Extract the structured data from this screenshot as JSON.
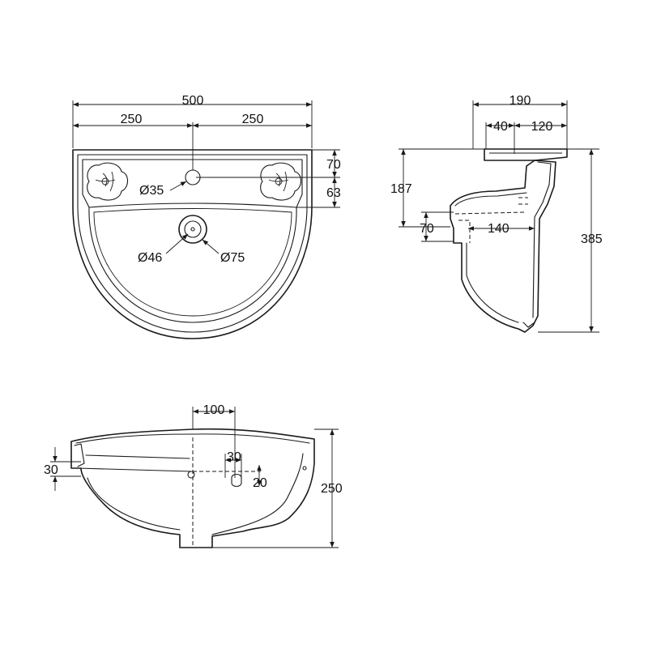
{
  "plan_view": {
    "overall_width": "500",
    "left_half": "250",
    "right_half": "250",
    "rear_depth": "70",
    "tap_offset": "63",
    "tap_hole_diameter": "Ø35",
    "waste_inner_diameter": "Ø46",
    "waste_outer_diameter": "Ø75"
  },
  "side_view": {
    "overall_depth": "190",
    "inner_offset": "40",
    "front_projection": "120",
    "bracket_height": "187",
    "outlet_height": "70",
    "outlet_offset": "140",
    "overall_height": "385"
  },
  "front_view": {
    "outlet_offset": "100",
    "rim_height": "30",
    "overflow_width": "30",
    "overflow_height": "20",
    "overall_height": "250"
  },
  "colors": {
    "line": "#1a1a1a",
    "background": "#ffffff"
  }
}
